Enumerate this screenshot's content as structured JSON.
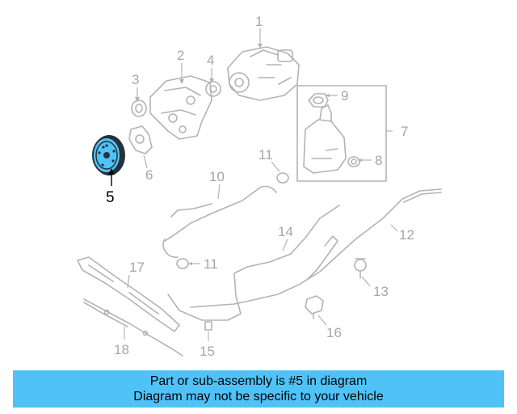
{
  "diagram": {
    "highlighted_part": "5",
    "highlight_color": "#4fc3f7",
    "callouts": {
      "c1": "1",
      "c2": "2",
      "c3": "3",
      "c4": "4",
      "c5": "5",
      "c6": "6",
      "c7": "7",
      "c8": "8",
      "c9": "9",
      "c10": "10",
      "c11a": "11",
      "c11b": "11",
      "c12": "12",
      "c13": "13",
      "c14": "14",
      "c15": "15",
      "c16": "16",
      "c17": "17",
      "c18": "18"
    }
  },
  "banner": {
    "line1": "Part or sub-assembly is #5 in diagram",
    "line2": "Diagram may not be specific to your vehicle",
    "background": "#4fc3f7"
  }
}
